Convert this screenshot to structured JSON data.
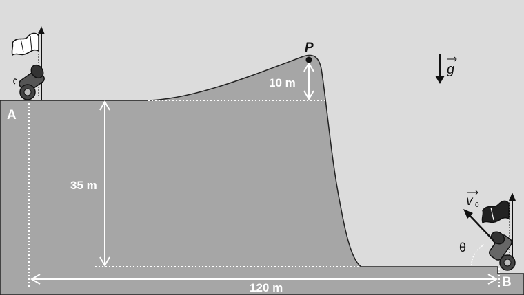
{
  "labels": {
    "point_a": "A",
    "point_b": "B",
    "point_p": "P",
    "height_cliff": "35 m",
    "height_hill": "10 m",
    "distance": "120 m",
    "gravity": "g",
    "velocity": "v",
    "velocity_subscript": "0",
    "angle": "θ"
  },
  "colors": {
    "background": "#dcdcdc",
    "terrain": "#a6a6a6",
    "outline": "#222222",
    "dimension_lines": "#ffffff"
  }
}
